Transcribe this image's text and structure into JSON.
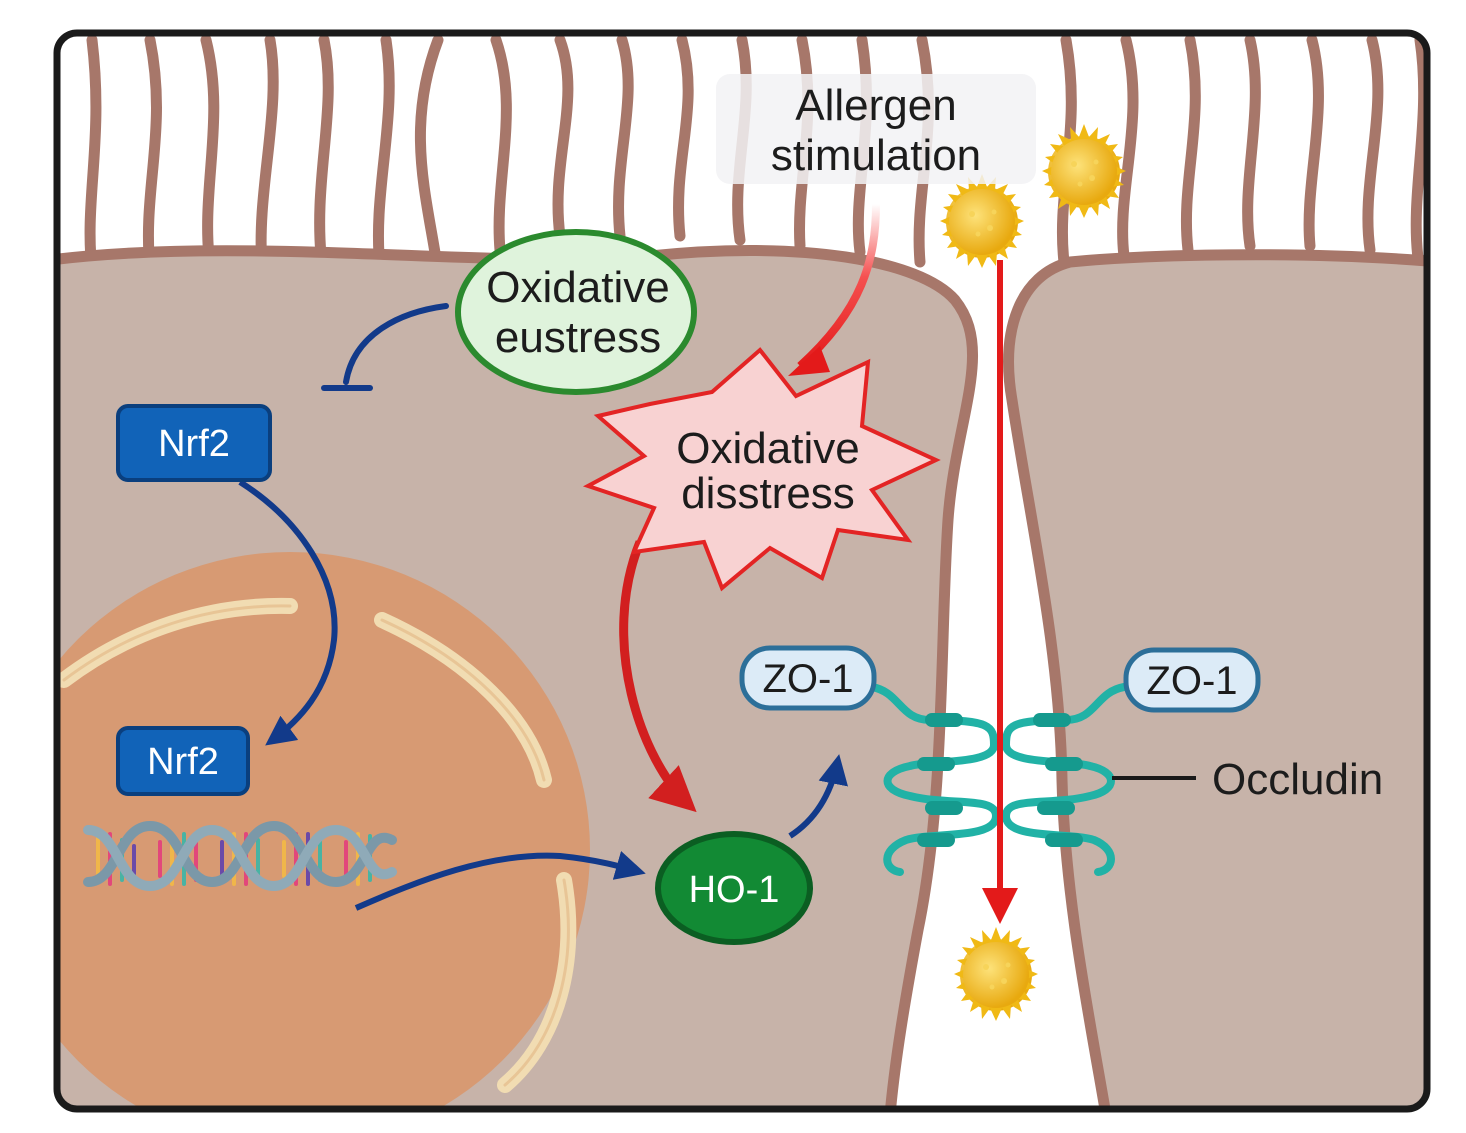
{
  "labels": {
    "allergen_line1": "Allergen",
    "allergen_line2": "stimulation",
    "eustress_line1": "Oxidative",
    "eustress_line2": "eustress",
    "disstress_line1": "Oxidative",
    "disstress_line2": "disstress",
    "nrf2_cyto": "Nrf2",
    "nrf2_nuc": "Nrf2",
    "ho1": "HO-1",
    "zo1_left": "ZO-1",
    "zo1_right": "ZO-1",
    "occludin": "Occludin"
  },
  "icons": {
    "allergen": "pollen-particle-icon",
    "dna": "dna-helix-icon",
    "inhibition": "inhibition-tee-icon"
  },
  "colors": {
    "frame": "#1a1a1a",
    "cell_fill": "#c7b3a9",
    "cell_membrane": "#a7776a",
    "nucleus_fill": "#d79a73",
    "nuclear_envelope": "#f1dcb2",
    "cilia": "#a7776a",
    "navy_arrow": "#123a8a",
    "red_arrow": "#e31a1a",
    "nrf2_box": "#1163b8",
    "ho1_fill": "#128a34",
    "eustress_fill": "#dff3dc",
    "eustress_stroke": "#2b8a2e",
    "disstress_fill": "#f8d2d2",
    "disstress_stroke": "#e32424",
    "zo1_fill": "#dcebf7",
    "zo1_stroke": "#2c6f99",
    "occludin": "#21b2a6",
    "pollen": "#f4c21b"
  }
}
